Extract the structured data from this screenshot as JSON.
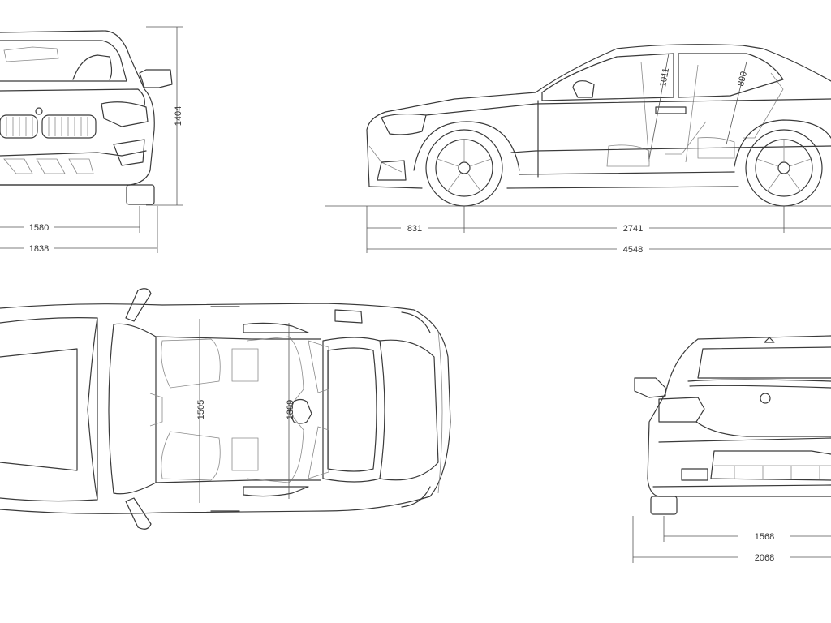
{
  "views": {
    "front": {
      "height_label": "1404",
      "track_label": "1580",
      "width_label": "1838"
    },
    "side": {
      "front_overhang_label": "831",
      "wheelbase_label": "2741",
      "length_label": "4548",
      "headroom_front_label": "1011",
      "headroom_rear_label": "890"
    },
    "top": {
      "shoulder_front_label": "1505",
      "shoulder_rear_label": "1399"
    },
    "rear": {
      "track_label": "1568",
      "width_mirrors_label": "2068"
    }
  },
  "colors": {
    "line": "#3a3a3a",
    "dimension": "#555555",
    "background": "#ffffff"
  },
  "icons": [
    "bmw-logo-icon"
  ]
}
